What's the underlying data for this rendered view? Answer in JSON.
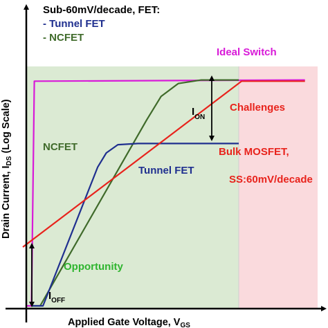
{
  "chart_data": {
    "type": "line",
    "xlabel": "Applied Gate Voltage, V",
    "xlabel_sub": "GS",
    "ylabel": "Drain Current, I",
    "ylabel_sub": "DS",
    "ylabel_suffix": " (Log Scale)",
    "legend": {
      "title": "Sub-60mV/decade, FET:",
      "items": [
        {
          "label": "- Tunnel FET",
          "color": "#1f2f8f"
        },
        {
          "label": "- NCFET",
          "color": "#3f6a2a"
        }
      ]
    },
    "series": [
      {
        "name": "Ideal Switch",
        "color": "#d81ad8",
        "points": [
          [
            0.01,
            0.0
          ],
          [
            0.03,
            0.0
          ],
          [
            0.04,
            0.955
          ],
          [
            0.98,
            0.96
          ]
        ]
      },
      {
        "name": "NCFET",
        "color": "#3f6a2a",
        "points": [
          [
            0.03,
            0.0
          ],
          [
            0.06,
            0.0
          ],
          [
            0.43,
            0.79
          ],
          [
            0.48,
            0.89
          ],
          [
            0.54,
            0.945
          ],
          [
            0.62,
            0.96
          ],
          [
            0.75,
            0.96
          ]
        ]
      },
      {
        "name": "Tunnel FET",
        "color": "#1f2f8f",
        "points": [
          [
            0.03,
            0.0
          ],
          [
            0.07,
            0.0
          ],
          [
            0.26,
            0.59
          ],
          [
            0.29,
            0.65
          ],
          [
            0.33,
            0.685
          ],
          [
            0.4,
            0.69
          ],
          [
            0.75,
            0.69
          ]
        ]
      },
      {
        "name": "Bulk MOSFET",
        "color": "#e8231c",
        "points": [
          [
            0.0,
            0.25
          ],
          [
            0.76,
            0.955
          ],
          [
            0.98,
            0.955
          ]
        ]
      }
    ],
    "annotations": [
      {
        "text": "Ideal Switch",
        "color": "#d81ad8"
      },
      {
        "text": "Challenges",
        "color": "#e8231c"
      },
      {
        "text": "Bulk MOSFET,",
        "color": "#e8231c"
      },
      {
        "text": "SS:60mV/decade",
        "color": "#e8231c"
      },
      {
        "text": "NCFET",
        "color": "#3f6a2a"
      },
      {
        "text": "Tunnel FET",
        "color": "#1f2f8f"
      },
      {
        "text": "Opportunity",
        "color": "#2fb52f"
      },
      {
        "text": "I",
        "sub": "ON",
        "color": "#000000"
      },
      {
        "text": "I",
        "sub": "OFF",
        "color": "#000000"
      }
    ],
    "regions": [
      {
        "name": "Opportunity",
        "x": [
          0.0,
          0.75
        ],
        "color": "#dbead3"
      },
      {
        "name": "Challenges",
        "x": [
          0.75,
          1.0
        ],
        "color": "#fadadd"
      }
    ],
    "xlim": [
      0,
      1
    ],
    "ylim": [
      0,
      1
    ],
    "ticks": "none",
    "grid": false
  }
}
